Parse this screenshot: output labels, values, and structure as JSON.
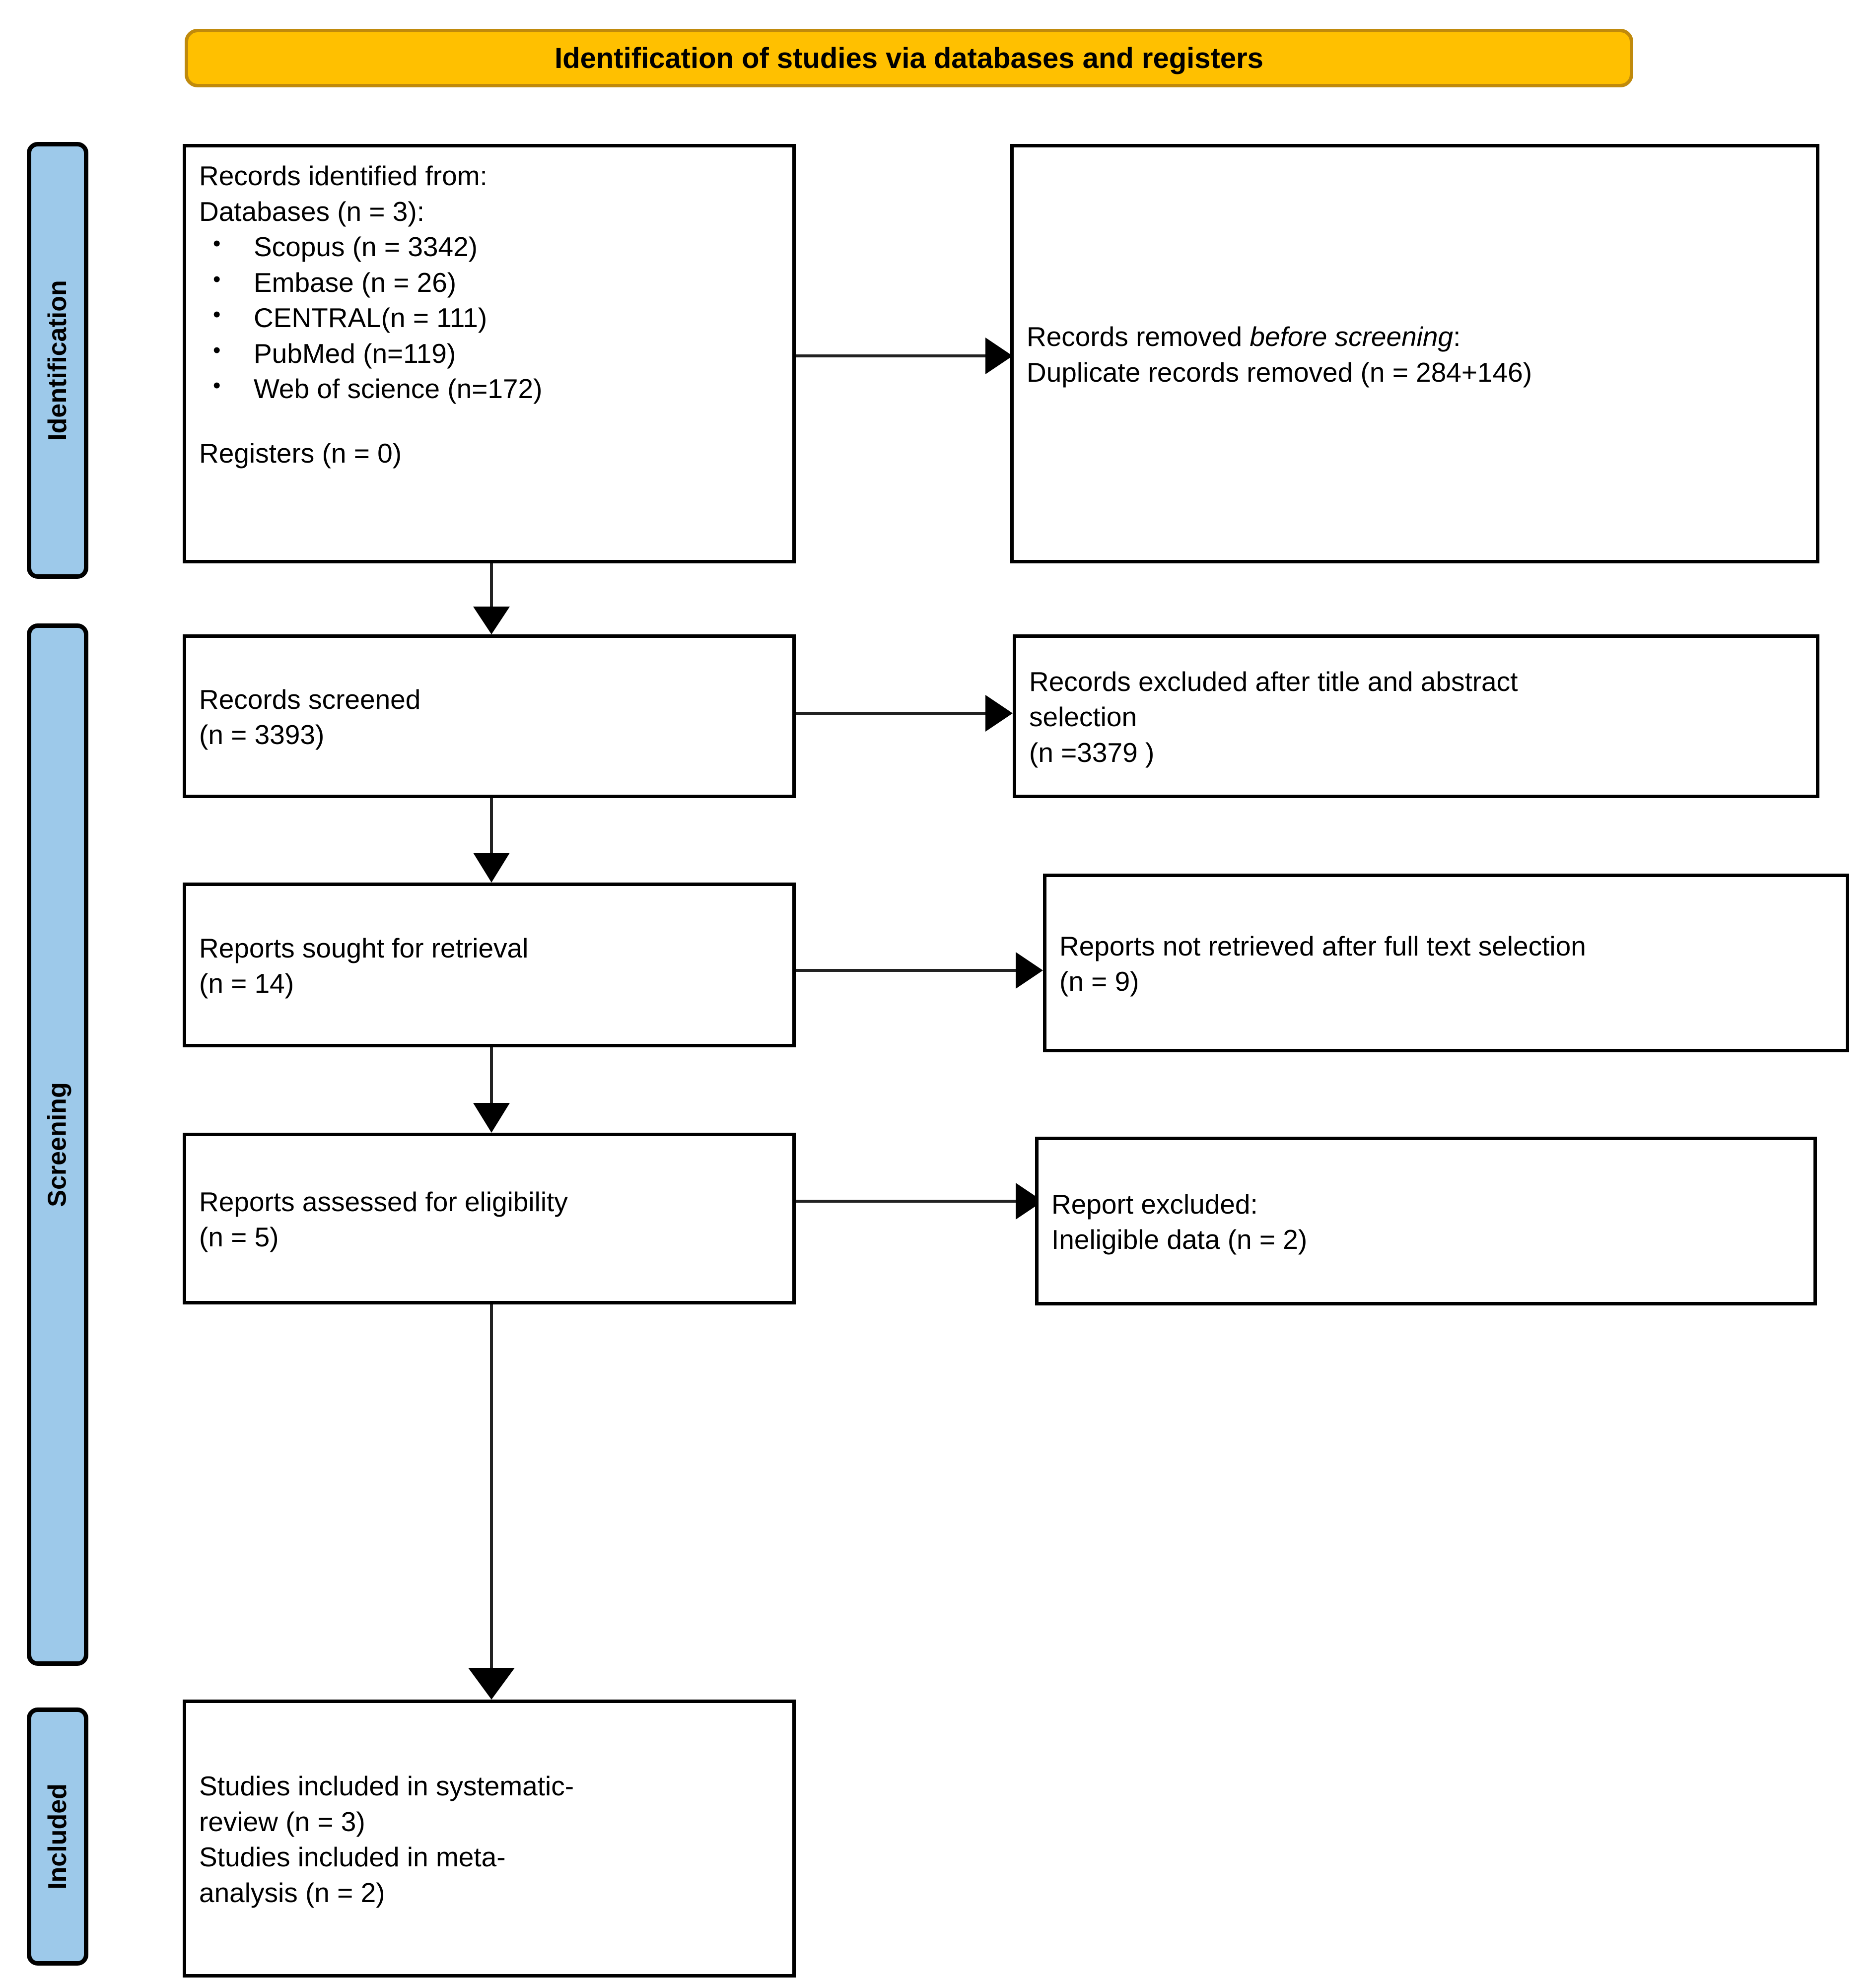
{
  "banner": {
    "title": "Identification of studies via databases and registers",
    "fill": "#FFC000",
    "border": "#C08A0C"
  },
  "stages": [
    {
      "id": "identification",
      "label": "Identification"
    },
    {
      "id": "screening",
      "label": "Screening"
    },
    {
      "id": "included",
      "label": "Included"
    }
  ],
  "stage_fill": "#9DC9EA",
  "boxes": {
    "records_identified": {
      "heading": "Records identified from:",
      "subheading": "Databases (n = 3):",
      "sources": [
        "Scopus (n = 3342)",
        "Embase (n = 26)",
        "CENTRAL(n = 111)",
        "PubMed (n=119)",
        "Web of science (n=172)"
      ],
      "registers": "Registers (n = 0)"
    },
    "records_removed": {
      "line1_prefix": "Records removed ",
      "line1_italic": "before screening",
      "line1_suffix": ":",
      "line2": "Duplicate records removed (n = 284+146)"
    },
    "records_screened": {
      "line1": "Records screened",
      "line2": "(n = 3393)"
    },
    "records_excluded": {
      "line1": "Records excluded after title and abstract",
      "line2": "selection",
      "line3": "(n =3379 )"
    },
    "reports_sought": {
      "line1": "Reports sought for retrieval",
      "line2": "(n = 14)"
    },
    "reports_not_retrieved": {
      "line1": "Reports not retrieved after full text selection",
      "line2": "(n = 9)"
    },
    "reports_assessed": {
      "line1": "Reports assessed for eligibility",
      "line2": "(n = 5)"
    },
    "report_excluded": {
      "line1": "Report excluded:",
      "line2": "Ineligible data (n = 2)"
    },
    "studies_included": {
      "line1": "Studies included in systematic-",
      "line2": "review (n = 3)",
      "line3": "Studies included in meta-",
      "line4": "analysis (n = 2)"
    }
  }
}
